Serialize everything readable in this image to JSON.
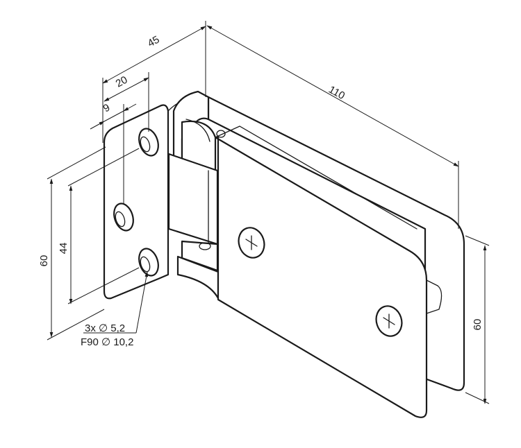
{
  "dimensions": {
    "width_45": "45",
    "width_20": "20",
    "width_9": "9",
    "length_110": "110",
    "height_60_left": "60",
    "height_44": "44",
    "height_60_right": "60",
    "holes_note_line1": "3x ∅ 5,2",
    "holes_note_line2": "F90 ∅ 10,2"
  },
  "colors": {
    "line": "#1a1a1a",
    "background": "#ffffff"
  }
}
